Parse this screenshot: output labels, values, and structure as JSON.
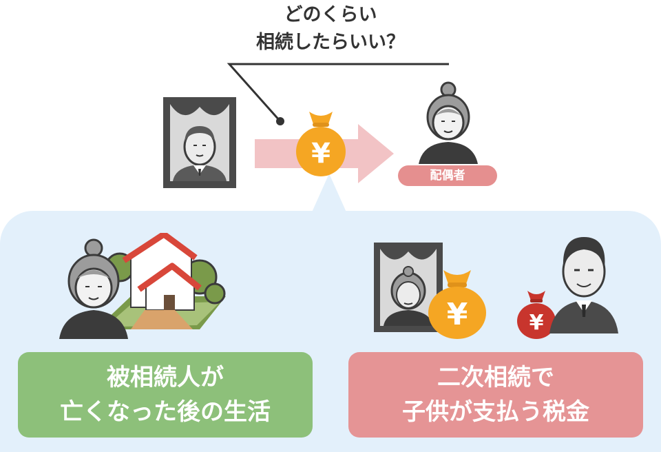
{
  "question": {
    "line1": "どのくらい",
    "line2": "相続したらいい？"
  },
  "spouse": {
    "role": "配偶者"
  },
  "coins": {
    "symbol": "¥"
  },
  "cards": {
    "living": {
      "line1": "被相続人が",
      "line2": "亡くなった後の生活"
    },
    "tax": {
      "line1": "二次相続で",
      "line2": "子供が支払う税金"
    }
  },
  "colors": {
    "arrow": "#f2c3c5",
    "money_bag": "#f5a623",
    "money_bag_red": "#c8352d",
    "panel": "#e3f0fb",
    "card_green": "#8dc07a",
    "card_pink": "#e59495",
    "portrait_frame": "#4a4a4a"
  }
}
